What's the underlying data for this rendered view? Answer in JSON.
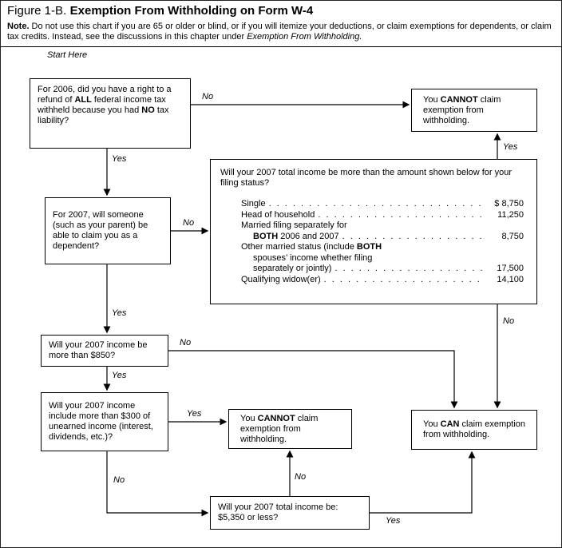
{
  "header": {
    "figure_label": "Figure 1-B.",
    "title": "Exemption From Withholding on Form W-4",
    "note_label": "Note.",
    "note_body": " Do not use this chart if you are 65 or older or blind, or if you will itemize your deductions, or claim exemptions for dependents, or claim tax credits. Instead, see the discussions in this chapter under ",
    "note_italic": "Exemption From Withholding."
  },
  "labels": {
    "start_here": "Start Here",
    "yes": "Yes",
    "no": "No"
  },
  "leader_dots": ". . . . . . . . . . . . . . . . . . . . . . . . . . . . . . . . . . . . . . . .",
  "nodes": {
    "q_refund": {
      "seg0": "For 2006, did you have a right to a refund of ",
      "seg1": "ALL",
      "seg2": " federal income tax withheld because you had ",
      "seg3": "NO",
      "seg4": " tax liability?"
    },
    "cannot_top": {
      "pre": "You ",
      "bold": "CANNOT",
      "post": " claim exemption from withholding."
    },
    "q_dependent": {
      "text": "For 2007, will someone (such as your parent) be able to claim you as a dependent?"
    },
    "income": {
      "question": "Will your 2007 total income be more than the amount shown below for your filing status?",
      "rows": [
        {
          "label": "Single",
          "amount": "$ 8,750"
        },
        {
          "label": "Head of household",
          "amount": "11,250"
        },
        {
          "line1": "Married filing separately for",
          "line2_bold": "BOTH",
          "line2_rest": " 2006 and 2007",
          "amount": "8,750"
        },
        {
          "line1": "Other married status (include ",
          "line1_bold": "BOTH",
          "line2": "spouses’ income whether filing",
          "line3": "separately or jointly)",
          "amount": "17,500"
        },
        {
          "label": "Qualifying widow(er)",
          "amount": "14,100"
        }
      ]
    },
    "q_850": {
      "text": "Will your 2007 income be more than $850?"
    },
    "q_unearned": {
      "text": "Will your 2007 income include more than $300 of unearned income (interest, dividends, etc.)?"
    },
    "cannot_bottom": {
      "pre": "You ",
      "bold": "CANNOT",
      "post": " claim exemption from withholding."
    },
    "can_claim": {
      "pre": "You ",
      "bold": "CAN",
      "post": " claim exemption from withholding."
    },
    "q_5350": {
      "text": "Will your 2007 total income be: $5,350 or less?"
    }
  }
}
